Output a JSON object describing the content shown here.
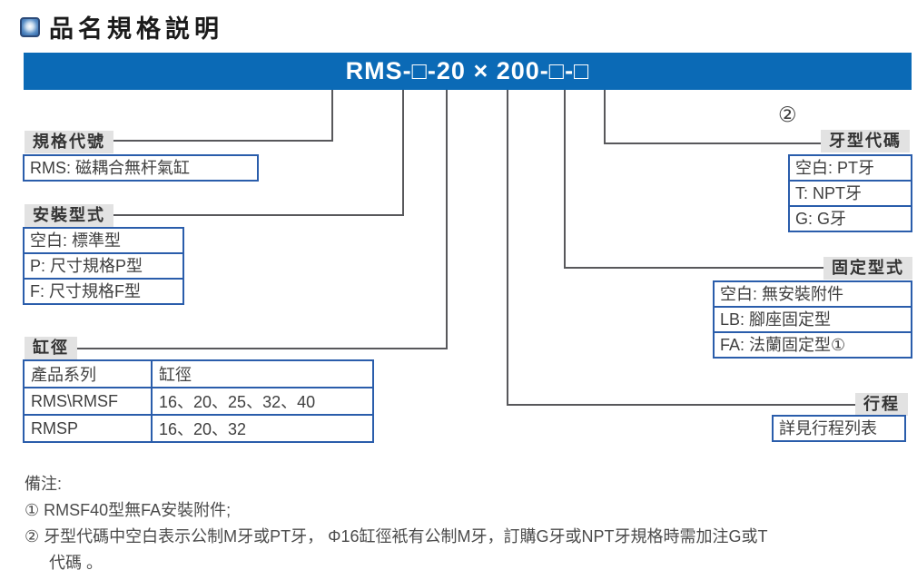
{
  "page": {
    "title": "品名規格説明",
    "model_code": "RMS-□-20 × 200-□-□"
  },
  "colors": {
    "banner_blue": "#0b6ab6",
    "box_border_blue": "#2a5dab",
    "label_gray": "#e2e2e2",
    "leader_line": "#58585b"
  },
  "icons": {
    "section_bullet": "blue-gradient-square"
  },
  "sections": {
    "spec_code": {
      "label": "規格代號",
      "items": [
        "RMS: 磁耦合無杆氣缸"
      ]
    },
    "mounting_type": {
      "label": "安裝型式",
      "items": [
        "空白: 標準型",
        "P: 尺寸規格P型",
        "F: 尺寸規格F型"
      ]
    },
    "bore": {
      "label": "缸徑",
      "table": {
        "headers": [
          "產品系列",
          "缸徑"
        ],
        "rows": [
          [
            "RMS\\RMSF",
            "16、20、25、32、40"
          ],
          [
            "RMSP",
            "16、20、32"
          ]
        ]
      }
    },
    "thread_code": {
      "superscript": "②",
      "label": "牙型代碼",
      "items": [
        "空白: PT牙",
        "T: NPT牙",
        "G: G牙"
      ]
    },
    "fixing_type": {
      "label": "固定型式",
      "items": [
        "空白: 無安裝附件",
        "LB: 腳座固定型",
        "FA: 法蘭固定型①"
      ]
    },
    "stroke": {
      "label": "行程",
      "items": [
        "詳見行程列表"
      ]
    }
  },
  "notes": {
    "heading": "備注:",
    "items": [
      "① RMSF40型無FA安裝附件;",
      "② 牙型代碼中空白表示公制M牙或PT牙， Φ16缸徑衹有公制M牙，訂購G牙或NPT牙規格時需加注G或T",
      "代碼 。"
    ]
  }
}
